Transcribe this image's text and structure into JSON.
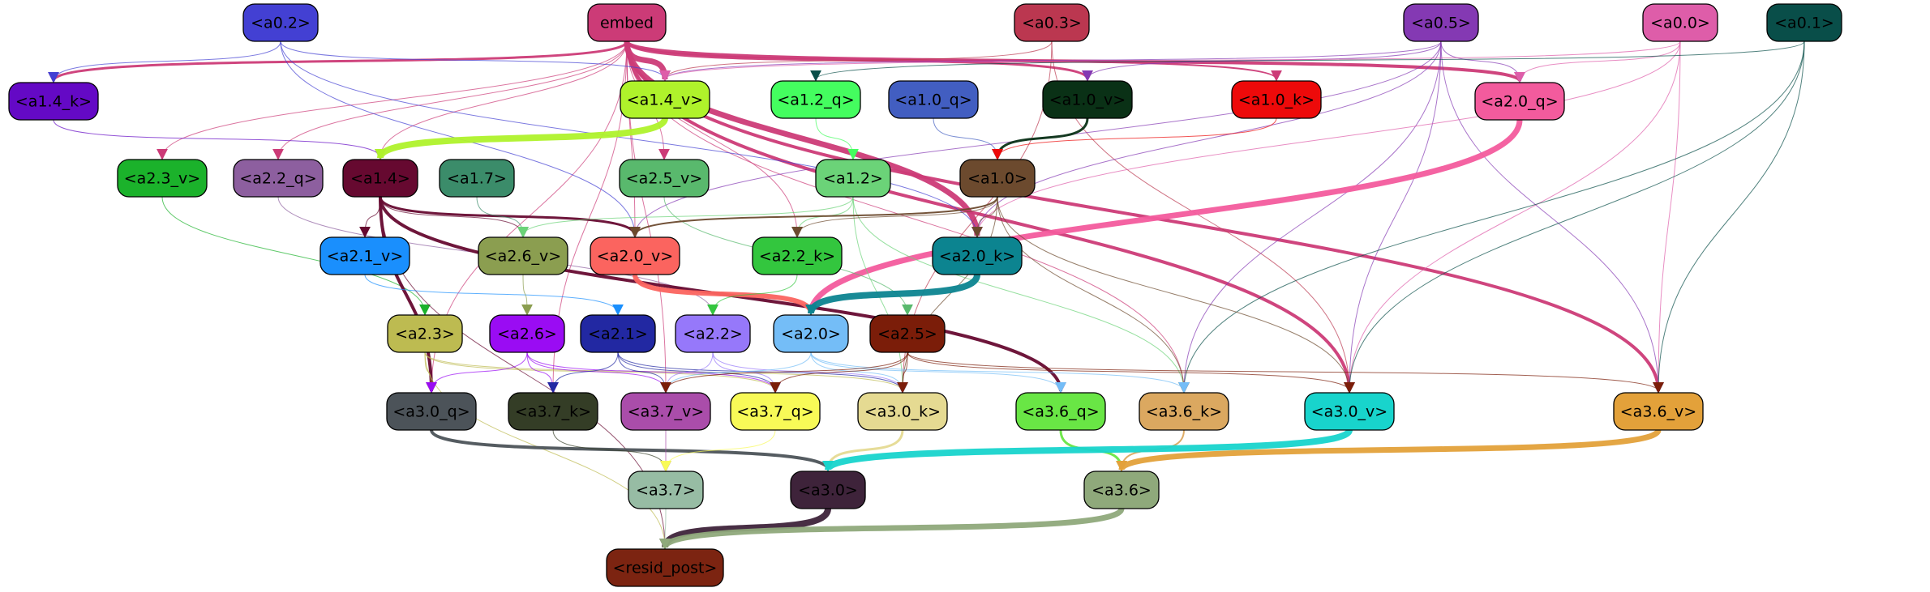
{
  "graph": {
    "nodes": [
      {
        "id": "embed",
        "label": "embed",
        "fill": "#cc3b77",
        "text": "#000000"
      },
      {
        "id": "a0_2",
        "label": "<a0.2>",
        "fill": "#4340d3",
        "text": "#000000"
      },
      {
        "id": "a0_3",
        "label": "<a0.3>",
        "fill": "#bb3750",
        "text": "#000000"
      },
      {
        "id": "a0_5",
        "label": "<a0.5>",
        "fill": "#8439b3",
        "text": "#000000"
      },
      {
        "id": "a0_0",
        "label": "<a0.0>",
        "fill": "#de5da9",
        "text": "#000000"
      },
      {
        "id": "a0_1",
        "label": "<a0.1>",
        "fill": "#094e49",
        "text": "#000000"
      },
      {
        "id": "a1_4_k",
        "label": "<a1.4_k>",
        "fill": "#6409c5",
        "text": "#000000"
      },
      {
        "id": "a1_4_v",
        "label": "<a1.4_v>",
        "fill": "#aff22b",
        "text": "#000000"
      },
      {
        "id": "a1_2_q",
        "label": "<a1.2_q>",
        "fill": "#44fd5f",
        "text": "#000000"
      },
      {
        "id": "a1_0_q",
        "label": "<a1.0_q>",
        "fill": "#425ec1",
        "text": "#000000"
      },
      {
        "id": "a1_0_v",
        "label": "<a1.0_v>",
        "fill": "#0a3116",
        "text": "#000000"
      },
      {
        "id": "a1_0_k",
        "label": "<a1.0_k>",
        "fill": "#ed0a0a",
        "text": "#000000"
      },
      {
        "id": "a2_0_q",
        "label": "<a2.0_q>",
        "fill": "#f35b9d",
        "text": "#000000"
      },
      {
        "id": "a2_3_v",
        "label": "<a2.3_v>",
        "fill": "#1bb22b",
        "text": "#000000"
      },
      {
        "id": "a2_2_q",
        "label": "<a2.2_q>",
        "fill": "#8d5f9f",
        "text": "#000000"
      },
      {
        "id": "a1_4",
        "label": "<a1.4>",
        "fill": "#660930",
        "text": "#000000"
      },
      {
        "id": "a1_7",
        "label": "<a1.7>",
        "fill": "#3b8c6a",
        "text": "#000000"
      },
      {
        "id": "a2_5_v",
        "label": "<a2.5_v>",
        "fill": "#59b96d",
        "text": "#000000"
      },
      {
        "id": "a1_2",
        "label": "<a1.2>",
        "fill": "#6bd378",
        "text": "#000000"
      },
      {
        "id": "a1_0",
        "label": "<a1.0>",
        "fill": "#6c4a2e",
        "text": "#000000"
      },
      {
        "id": "a2_1_v",
        "label": "<a2.1_v>",
        "fill": "#1a8ffd",
        "text": "#000000"
      },
      {
        "id": "a2_6_v",
        "label": "<a2.6_v>",
        "fill": "#8b9e50",
        "text": "#000000"
      },
      {
        "id": "a2_0_v",
        "label": "<a2.0_v>",
        "fill": "#fb645f",
        "text": "#000000"
      },
      {
        "id": "a2_2_k",
        "label": "<a2.2_k>",
        "fill": "#33c63e",
        "text": "#000000"
      },
      {
        "id": "a2_0_k",
        "label": "<a2.0_k>",
        "fill": "#0c8490",
        "text": "#000000"
      },
      {
        "id": "a2_3",
        "label": "<a2.3>",
        "fill": "#bdbb51",
        "text": "#000000"
      },
      {
        "id": "a2_6",
        "label": "<a2.6>",
        "fill": "#9a0cf3",
        "text": "#000000"
      },
      {
        "id": "a2_1",
        "label": "<a2.1>",
        "fill": "#2228a2",
        "text": "#000000"
      },
      {
        "id": "a2_2",
        "label": "<a2.2>",
        "fill": "#9678fa",
        "text": "#000000"
      },
      {
        "id": "a2_0",
        "label": "<a2.0>",
        "fill": "#74bdf7",
        "text": "#000000"
      },
      {
        "id": "a2_5",
        "label": "<a2.5>",
        "fill": "#7b1d09",
        "text": "#000000"
      },
      {
        "id": "a3_0_q",
        "label": "<a3.0_q>",
        "fill": "#4c5359",
        "text": "#000000"
      },
      {
        "id": "a3_7_k",
        "label": "<a3.7_k>",
        "fill": "#343d26",
        "text": "#000000"
      },
      {
        "id": "a3_7_v",
        "label": "<a3.7_v>",
        "fill": "#aa4daa",
        "text": "#000000"
      },
      {
        "id": "a3_7_q",
        "label": "<a3.7_q>",
        "fill": "#f8fa57",
        "text": "#000000"
      },
      {
        "id": "a3_0_k",
        "label": "<a3.0_k>",
        "fill": "#e5da92",
        "text": "#000000"
      },
      {
        "id": "a3_6_q",
        "label": "<a3.6_q>",
        "fill": "#69e645",
        "text": "#000000"
      },
      {
        "id": "a3_6_k",
        "label": "<a3.6_k>",
        "fill": "#dba860",
        "text": "#000000"
      },
      {
        "id": "a3_0_v",
        "label": "<a3.0_v>",
        "fill": "#18d4cc",
        "text": "#000000"
      },
      {
        "id": "a3_6_v",
        "label": "<a3.6_v>",
        "fill": "#e3a13a",
        "text": "#000000"
      },
      {
        "id": "a3_7",
        "label": "<a3.7>",
        "fill": "#97bca4",
        "text": "#000000"
      },
      {
        "id": "a3_0",
        "label": "<a3.0>",
        "fill": "#3e233a",
        "text": "#000000"
      },
      {
        "id": "a3_6",
        "label": "<a3.6>",
        "fill": "#8fa97b",
        "text": "#000000"
      },
      {
        "id": "resid_post",
        "label": "<resid_post>",
        "fill": "#7c2411",
        "text": "#000000"
      }
    ],
    "edges": [
      {
        "from": "embed",
        "to": "a1_4_k",
        "color": "#cc3b77",
        "weight": 3
      },
      {
        "from": "embed",
        "to": "a1_4_v",
        "color": "#cc3b77",
        "weight": 7
      },
      {
        "from": "embed",
        "to": "a1_0_v",
        "color": "#cc3b77",
        "weight": 3
      },
      {
        "from": "embed",
        "to": "a1_0_k",
        "color": "#cc3b77",
        "weight": 2
      },
      {
        "from": "embed",
        "to": "a2_0_q",
        "color": "#cc3b77",
        "weight": 4
      },
      {
        "from": "embed",
        "to": "a2_0_k",
        "color": "#cc3b77",
        "weight": 7
      },
      {
        "from": "embed",
        "to": "a3_0_v",
        "color": "#cc3b77",
        "weight": 4
      },
      {
        "from": "embed",
        "to": "a3_6_v",
        "color": "#cc3b77",
        "weight": 4
      },
      {
        "from": "embed",
        "to": "a2_3_v",
        "color": "#cc3b77",
        "weight": 1
      },
      {
        "from": "embed",
        "to": "a2_2_q",
        "color": "#cc3b77",
        "weight": 1
      },
      {
        "from": "embed",
        "to": "a2_5_v",
        "color": "#cc3b77",
        "weight": 1
      },
      {
        "from": "embed",
        "to": "a2_0_v",
        "color": "#cc3b77",
        "weight": 1
      },
      {
        "from": "embed",
        "to": "a2_2_k",
        "color": "#cc3b77",
        "weight": 1
      },
      {
        "from": "embed",
        "to": "a1_4",
        "color": "#cc3b77",
        "weight": 1
      },
      {
        "from": "embed",
        "to": "a3_0_q",
        "color": "#cc3b77",
        "weight": 1
      },
      {
        "from": "embed",
        "to": "a3_7_k",
        "color": "#cc3b77",
        "weight": 1
      },
      {
        "from": "embed",
        "to": "a3_6_k",
        "color": "#cc3b77",
        "weight": 1
      },
      {
        "from": "embed",
        "to": "a3_7_v",
        "color": "#cc3b77",
        "weight": 1
      },
      {
        "from": "a0_2",
        "to": "a1_4_k",
        "color": "#4340d3",
        "weight": 1
      },
      {
        "from": "a0_2",
        "to": "a1_4_v",
        "color": "#4340d3",
        "weight": 1
      },
      {
        "from": "a0_2",
        "to": "a2_0_k",
        "color": "#4340d3",
        "weight": 1
      },
      {
        "from": "a0_2",
        "to": "a2_0_v",
        "color": "#4340d3",
        "weight": 1
      },
      {
        "from": "a0_3",
        "to": "a1_4_v",
        "color": "#bb3750",
        "weight": 1
      },
      {
        "from": "a0_3",
        "to": "a3_0_k",
        "color": "#bb3750",
        "weight": 1
      },
      {
        "from": "a0_3",
        "to": "a3_0_v",
        "color": "#bb3750",
        "weight": 1
      },
      {
        "from": "a0_5",
        "to": "a1_4_v",
        "color": "#8439b3",
        "weight": 1
      },
      {
        "from": "a0_5",
        "to": "a1_0_v",
        "color": "#8439b3",
        "weight": 1
      },
      {
        "from": "a0_5",
        "to": "a2_0_q",
        "color": "#8439b3",
        "weight": 1
      },
      {
        "from": "a0_5",
        "to": "a2_0_k",
        "color": "#8439b3",
        "weight": 1
      },
      {
        "from": "a0_5",
        "to": "a2_0_v",
        "color": "#8439b3",
        "weight": 1
      },
      {
        "from": "a0_5",
        "to": "a3_6_k",
        "color": "#8439b3",
        "weight": 1
      },
      {
        "from": "a0_5",
        "to": "a3_0_v",
        "color": "#8439b3",
        "weight": 1
      },
      {
        "from": "a0_5",
        "to": "a3_6_v",
        "color": "#8439b3",
        "weight": 1
      },
      {
        "from": "a0_0",
        "to": "a1_4_v",
        "color": "#de5da9",
        "weight": 1
      },
      {
        "from": "a0_0",
        "to": "a2_0_q",
        "color": "#de5da9",
        "weight": 1
      },
      {
        "from": "a0_0",
        "to": "a2_0_k",
        "color": "#de5da9",
        "weight": 1
      },
      {
        "from": "a0_0",
        "to": "a3_0_v",
        "color": "#de5da9",
        "weight": 1
      },
      {
        "from": "a0_0",
        "to": "a3_6_v",
        "color": "#de5da9",
        "weight": 1
      },
      {
        "from": "a0_1",
        "to": "a1_2_q",
        "color": "#094e49",
        "weight": 1
      },
      {
        "from": "a0_1",
        "to": "a3_6_k",
        "color": "#094e49",
        "weight": 1
      },
      {
        "from": "a0_1",
        "to": "a3_0_v",
        "color": "#094e49",
        "weight": 1
      },
      {
        "from": "a0_1",
        "to": "a3_6_v",
        "color": "#094e49",
        "weight": 1
      },
      {
        "from": "a1_4_k",
        "to": "a1_4",
        "color": "#6409c5",
        "weight": 1
      },
      {
        "from": "a1_4_v",
        "to": "a1_4",
        "color": "#aff22b",
        "weight": 8
      },
      {
        "from": "a1_2_q",
        "to": "a1_2",
        "color": "#44fd5f",
        "weight": 1
      },
      {
        "from": "a1_0_q",
        "to": "a1_0",
        "color": "#425ec1",
        "weight": 1
      },
      {
        "from": "a1_0_v",
        "to": "a1_0",
        "color": "#0a3116",
        "weight": 3
      },
      {
        "from": "a1_0_k",
        "to": "a1_0",
        "color": "#ed0a0a",
        "weight": 1
      },
      {
        "from": "a2_0_q",
        "to": "a2_0",
        "color": "#f35b9d",
        "weight": 7
      },
      {
        "from": "a2_3_v",
        "to": "a2_3",
        "color": "#1bb22b",
        "weight": 1
      },
      {
        "from": "a2_2_q",
        "to": "a2_2",
        "color": "#8d5f9f",
        "weight": 1
      },
      {
        "from": "a1_4",
        "to": "a2_1_v",
        "color": "#660930",
        "weight": 1
      },
      {
        "from": "a1_4",
        "to": "a2_6_v",
        "color": "#660930",
        "weight": 1
      },
      {
        "from": "a1_4",
        "to": "a2_0_v",
        "color": "#660930",
        "weight": 3
      },
      {
        "from": "a1_4",
        "to": "a3_6_q",
        "color": "#660930",
        "weight": 4
      },
      {
        "from": "a1_4",
        "to": "a3_0_q",
        "color": "#660930",
        "weight": 4
      },
      {
        "from": "a1_4",
        "to": "resid_post",
        "color": "#660930",
        "weight": 1
      },
      {
        "from": "a1_7",
        "to": "a2_6_v",
        "color": "#3b8c6a",
        "weight": 1
      },
      {
        "from": "a2_5_v",
        "to": "a2_5",
        "color": "#59b96d",
        "weight": 1
      },
      {
        "from": "a1_2",
        "to": "a2_2_k",
        "color": "#6bd378",
        "weight": 1
      },
      {
        "from": "a1_2",
        "to": "a2_6_v",
        "color": "#6bd378",
        "weight": 1
      },
      {
        "from": "a1_2",
        "to": "a3_0_k",
        "color": "#6bd378",
        "weight": 1
      },
      {
        "from": "a1_2",
        "to": "a3_6_k",
        "color": "#6bd378",
        "weight": 1
      },
      {
        "from": "a1_0",
        "to": "a2_0_k",
        "color": "#6c4a2e",
        "weight": 1
      },
      {
        "from": "a1_0",
        "to": "a2_0_v",
        "color": "#6c4a2e",
        "weight": 2
      },
      {
        "from": "a1_0",
        "to": "a2_2_k",
        "color": "#6c4a2e",
        "weight": 1
      },
      {
        "from": "a1_0",
        "to": "a3_6_k",
        "color": "#6c4a2e",
        "weight": 1
      },
      {
        "from": "a1_0",
        "to": "a3_0_v",
        "color": "#6c4a2e",
        "weight": 1
      },
      {
        "from": "a1_0",
        "to": "a3_0_k",
        "color": "#6c4a2e",
        "weight": 1
      },
      {
        "from": "a2_1_v",
        "to": "a2_1",
        "color": "#1a8ffd",
        "weight": 1
      },
      {
        "from": "a2_6_v",
        "to": "a2_6",
        "color": "#8b9e50",
        "weight": 1
      },
      {
        "from": "a2_0_v",
        "to": "a2_0",
        "color": "#fb645f",
        "weight": 6
      },
      {
        "from": "a2_2_k",
        "to": "a2_2",
        "color": "#33c63e",
        "weight": 1
      },
      {
        "from": "a2_0_k",
        "to": "a2_0",
        "color": "#0c8490",
        "weight": 8
      },
      {
        "from": "a2_3",
        "to": "a3_0_q",
        "color": "#bdbb51",
        "weight": 1
      },
      {
        "from": "a2_3",
        "to": "a3_7_q",
        "color": "#bdbb51",
        "weight": 1
      },
      {
        "from": "a2_3",
        "to": "a3_0_k",
        "color": "#bdbb51",
        "weight": 1
      },
      {
        "from": "a2_3",
        "to": "resid_post",
        "color": "#bdbb51",
        "weight": 1
      },
      {
        "from": "a2_6",
        "to": "a3_0_q",
        "color": "#9a0cf3",
        "weight": 1
      },
      {
        "from": "a2_6",
        "to": "a3_7_k",
        "color": "#9a0cf3",
        "weight": 1
      },
      {
        "from": "a2_6",
        "to": "a3_7_v",
        "color": "#9a0cf3",
        "weight": 1
      },
      {
        "from": "a2_6",
        "to": "a3_7_q",
        "color": "#9a0cf3",
        "weight": 1
      },
      {
        "from": "a2_1",
        "to": "a3_7_k",
        "color": "#2228a2",
        "weight": 1
      },
      {
        "from": "a2_1",
        "to": "a3_7_v",
        "color": "#2228a2",
        "weight": 1
      },
      {
        "from": "a2_1",
        "to": "a3_7_q",
        "color": "#2228a2",
        "weight": 1
      },
      {
        "from": "a2_1",
        "to": "a3_0_k",
        "color": "#2228a2",
        "weight": 1
      },
      {
        "from": "a2_2",
        "to": "a3_7_v",
        "color": "#9678fa",
        "weight": 1
      },
      {
        "from": "a2_2",
        "to": "a3_7_q",
        "color": "#9678fa",
        "weight": 1
      },
      {
        "from": "a2_2",
        "to": "a3_0_k",
        "color": "#9678fa",
        "weight": 1
      },
      {
        "from": "a2_0",
        "to": "a3_7_v",
        "color": "#74bdf7",
        "weight": 1
      },
      {
        "from": "a2_0",
        "to": "a3_0_k",
        "color": "#74bdf7",
        "weight": 1
      },
      {
        "from": "a2_0",
        "to": "a3_6_q",
        "color": "#74bdf7",
        "weight": 1
      },
      {
        "from": "a2_0",
        "to": "a3_6_k",
        "color": "#74bdf7",
        "weight": 1
      },
      {
        "from": "a2_5",
        "to": "a3_7_v",
        "color": "#7b1d09",
        "weight": 1
      },
      {
        "from": "a2_5",
        "to": "a3_0_k",
        "color": "#7b1d09",
        "weight": 1
      },
      {
        "from": "a2_5",
        "to": "a3_7_q",
        "color": "#7b1d09",
        "weight": 1
      },
      {
        "from": "a2_5",
        "to": "a3_0_v",
        "color": "#7b1d09",
        "weight": 1
      },
      {
        "from": "a2_5",
        "to": "a3_6_v",
        "color": "#7b1d09",
        "weight": 1
      },
      {
        "from": "a3_0_q",
        "to": "a3_0",
        "color": "#4c5359",
        "weight": 4
      },
      {
        "from": "a3_7_k",
        "to": "a3_7",
        "color": "#343d26",
        "weight": 1
      },
      {
        "from": "a3_7_v",
        "to": "a3_7",
        "color": "#aa4daa",
        "weight": 1
      },
      {
        "from": "a3_7_q",
        "to": "a3_7",
        "color": "#f8fa57",
        "weight": 1
      },
      {
        "from": "a3_0_k",
        "to": "a3_0",
        "color": "#e5da92",
        "weight": 3
      },
      {
        "from": "a3_6_q",
        "to": "a3_6",
        "color": "#69e645",
        "weight": 3
      },
      {
        "from": "a3_6_k",
        "to": "a3_6",
        "color": "#dba860",
        "weight": 2
      },
      {
        "from": "a3_0_v",
        "to": "a3_0",
        "color": "#18d4cc",
        "weight": 8
      },
      {
        "from": "a3_6_v",
        "to": "a3_6",
        "color": "#e3a13a",
        "weight": 7
      },
      {
        "from": "a3_7",
        "to": "resid_post",
        "color": "#97bca4",
        "weight": 1
      },
      {
        "from": "a3_0",
        "to": "resid_post",
        "color": "#3e233a",
        "weight": 8
      },
      {
        "from": "a3_6",
        "to": "resid_post",
        "color": "#8fa97b",
        "weight": 7
      }
    ]
  }
}
